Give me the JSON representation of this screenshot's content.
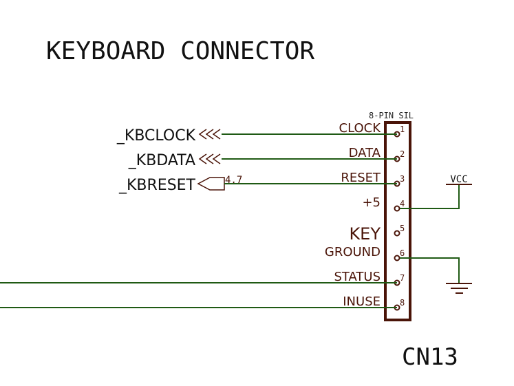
{
  "title": "KEYBOARD CONNECTOR",
  "connector": {
    "ref": "CN13",
    "type_label": "8-PIN SIL",
    "pins": [
      {
        "number": "1",
        "name": "CLOCK"
      },
      {
        "number": "2",
        "name": "DATA"
      },
      {
        "number": "3",
        "name": "RESET"
      },
      {
        "number": "4",
        "name": "+5"
      },
      {
        "number": "5",
        "name": "KEY"
      },
      {
        "number": "6",
        "name": "GROUND"
      },
      {
        "number": "7",
        "name": "STATUS"
      },
      {
        "number": "8",
        "name": "INUSE"
      }
    ]
  },
  "nets": {
    "kbclock": "_KBCLOCK",
    "kbdata": "_KBDATA",
    "kbreset": "_KBRESET",
    "kbreset_sheet_ref": "4,7",
    "vcc": "VCC"
  },
  "colors": {
    "wire": "#1f5a14",
    "symbol": "#4a1408",
    "text": "#111111"
  }
}
